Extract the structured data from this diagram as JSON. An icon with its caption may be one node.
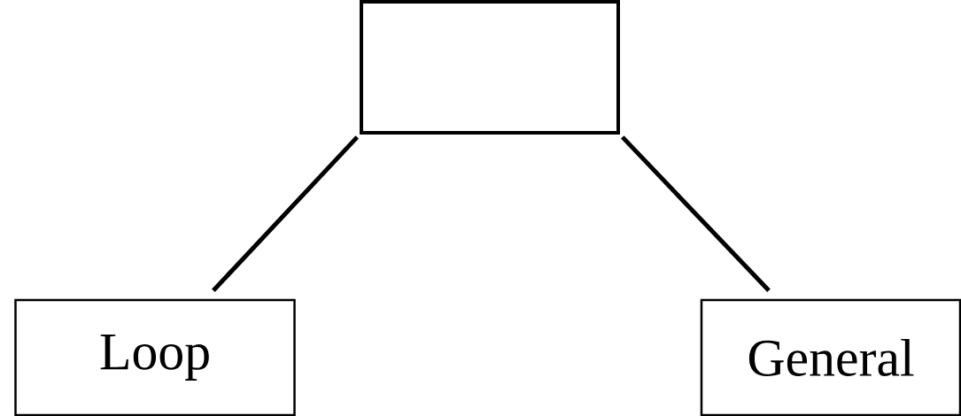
{
  "diagram": {
    "nodes": [
      {
        "text": [],
        "shape": "box"
      },
      {
        "text": [
          "Loop"
        ]
      },
      {
        "text": [
          "General"
        ]
      }
    ],
    "edges": [
      {
        "from": 0,
        "to": 1,
        "arrow": "none"
      },
      {
        "from": 0,
        "to": 2,
        "arrow": "none"
      }
    ]
  }
}
